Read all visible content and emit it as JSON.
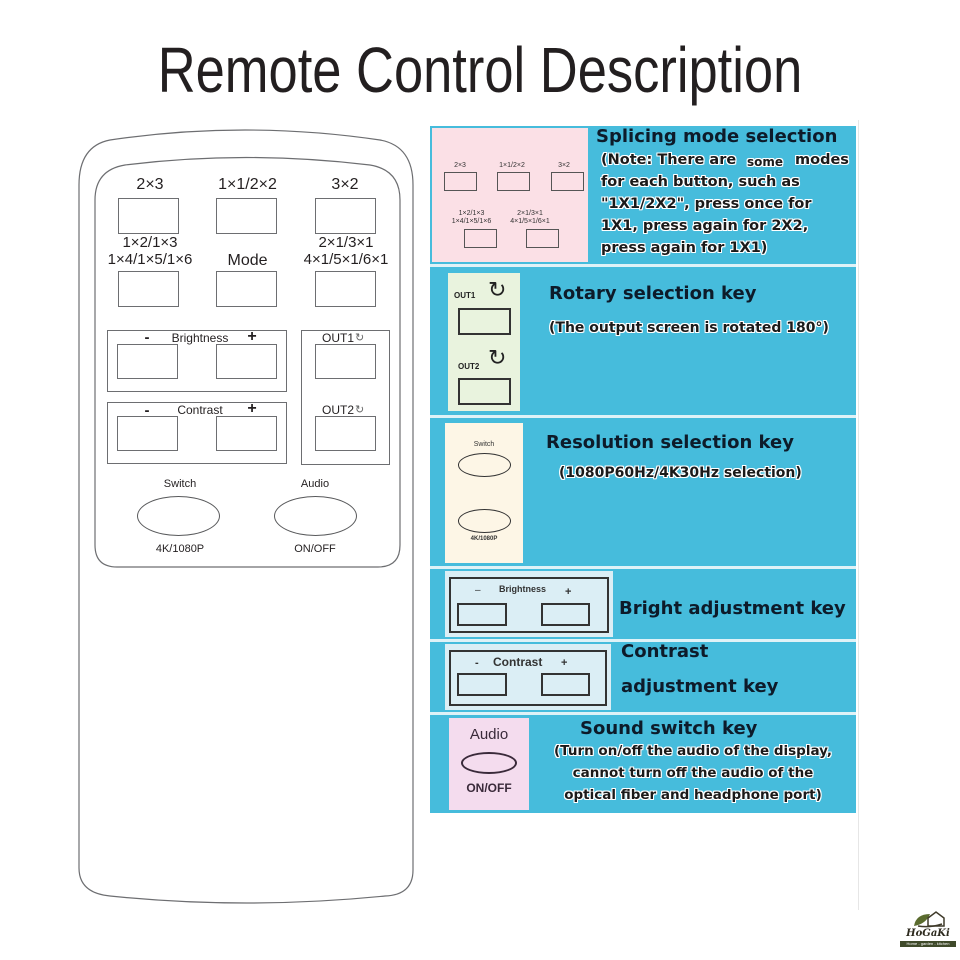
{
  "title": "Remote Control Description",
  "remote": {
    "top_row": [
      "2×3",
      "1×1/2×2",
      "3×2"
    ],
    "mid_row": {
      "left": [
        "1×2/1×3",
        "1×4/1×5/1×6"
      ],
      "center": "Mode",
      "right": [
        "2×1/3×1",
        "4×1/5×1/6×1"
      ]
    },
    "brightness": {
      "minus": "-",
      "label": "Brightness",
      "plus": "+"
    },
    "contrast": {
      "minus": "-",
      "label": "Contrast",
      "plus": "+"
    },
    "out1": "OUT1",
    "out2": "OUT2",
    "rotate_icon": "rotate-icon",
    "switch": {
      "top": "Switch",
      "bottom": "4K/1080P"
    },
    "audio": {
      "top": "Audio",
      "bottom": "ON/OFF"
    }
  },
  "panel": {
    "colors": {
      "blue": "#46bcdc",
      "pink": "#fbe0e6",
      "green": "#e9f3de",
      "cream": "#fdf6e6",
      "light_blue": "#dbeef5",
      "lavender": "#f4dcee"
    },
    "splicing": {
      "title": "Splicing mode selection",
      "note_lines": [
        "(Note: There are",
        "some",
        "modes",
        "for each button, such as",
        "\"1X1/2X2\", press once for",
        "1X1, press again for 2X2,",
        "press again for 1X1)"
      ],
      "mini_labels": [
        "2×3",
        "1×1/2×2",
        "3×2",
        "1×2/1×3",
        "1×4/1×5/1×6",
        "2×1/3×1",
        "4×1/5×1/6×1"
      ]
    },
    "rotary": {
      "title": "Rotary selection key",
      "subtitle": "(The output screen is rotated 180°)",
      "out1": "OUT1",
      "out2": "OUT2"
    },
    "resolution": {
      "title": "Resolution selection key",
      "subtitle": "(1080P60Hz/4K30Hz selection)",
      "top": "Switch",
      "bottom": "4K/1080P"
    },
    "brightness": {
      "title": "Bright adjustment key",
      "minus": "–",
      "label": "Brightness",
      "plus": "+"
    },
    "contrast": {
      "title_line1": "Contrast",
      "title_line2": "adjustment key",
      "minus": "-",
      "label": "Contrast",
      "plus": "+"
    },
    "sound": {
      "title": "Sound switch key",
      "lines": [
        "(Turn on/off the audio of the display,",
        "cannot turn off the audio of the",
        "optical fiber and headphone port)"
      ],
      "top": "Audio",
      "bottom": "ON/OFF"
    }
  },
  "logo": {
    "name": "HoGaKi",
    "tagline": "Home - garden - kitchen"
  }
}
